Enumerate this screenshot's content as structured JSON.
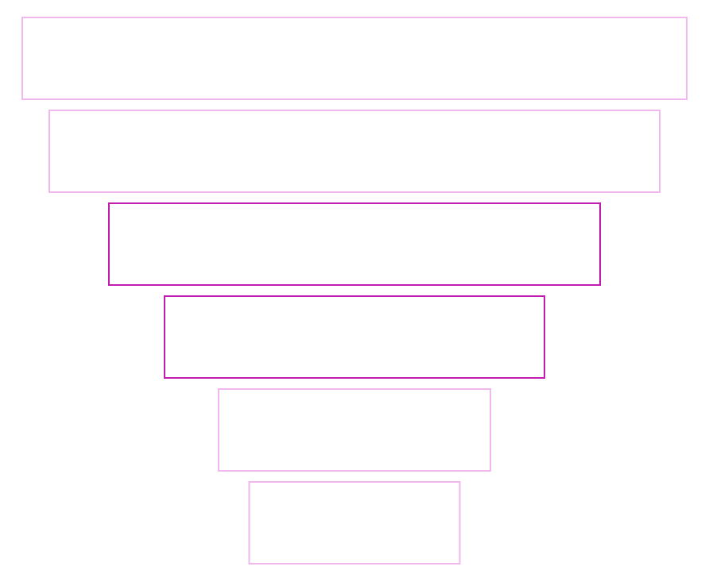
{
  "chart_data": {
    "type": "funnel",
    "stages": [
      {
        "value": 836,
        "stroke": "#f0b8ec"
      },
      {
        "value": 768,
        "stroke": "#f0b8ec"
      },
      {
        "value": 618,
        "stroke": "#c21cb0"
      },
      {
        "value": 478,
        "stroke": "#c21cb0"
      },
      {
        "value": 342,
        "stroke": "#f0b8ec"
      },
      {
        "value": 265,
        "stroke": "#f0b8ec"
      }
    ],
    "fill": "#ffffff",
    "title": "",
    "legend": "none",
    "grid": false
  }
}
